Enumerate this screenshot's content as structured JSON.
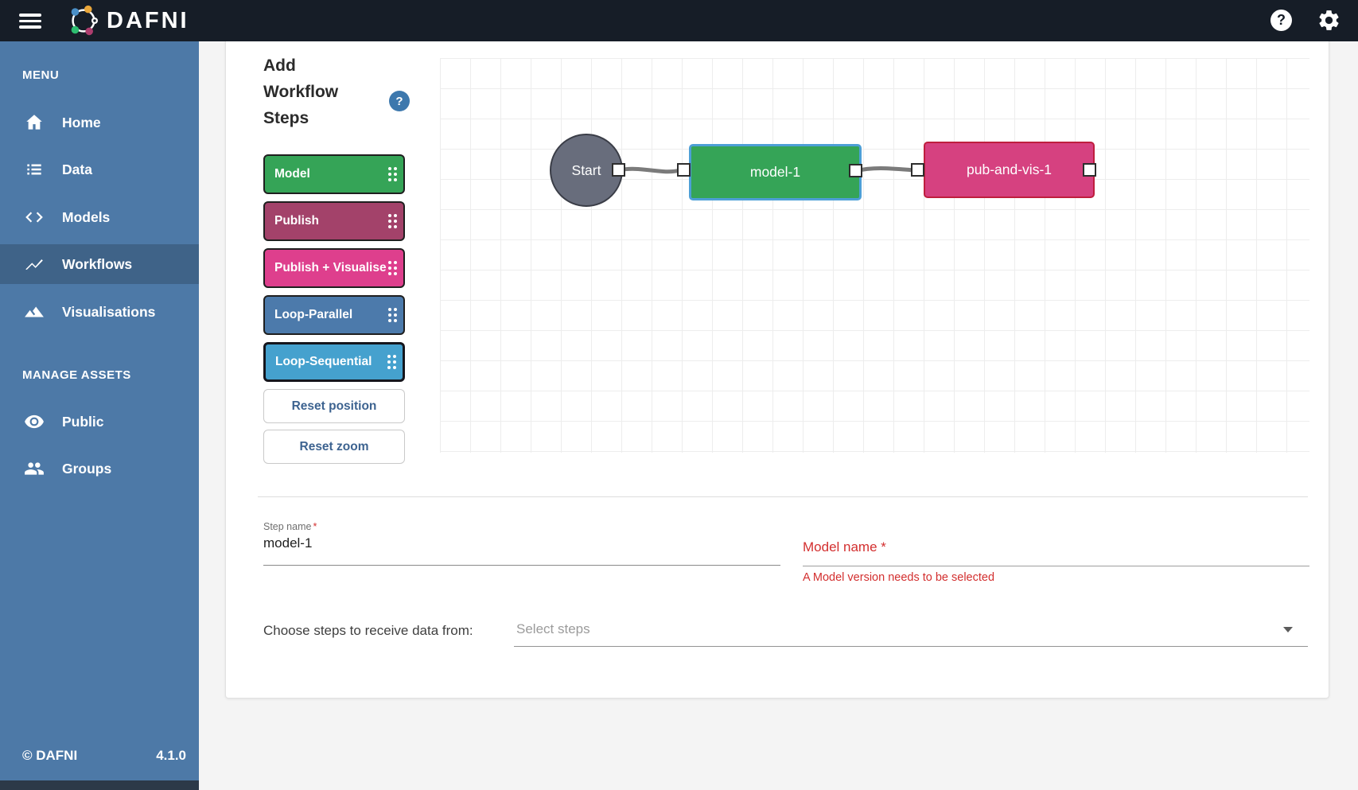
{
  "app_bar": {
    "brand": "DAFNI",
    "help_glyph": "?"
  },
  "sidebar": {
    "section_menu": "MENU",
    "items": [
      {
        "label": "Home",
        "icon": "home-icon",
        "active": false
      },
      {
        "label": "Data",
        "icon": "list-icon",
        "active": false
      },
      {
        "label": "Models",
        "icon": "code-icon",
        "active": false
      },
      {
        "label": "Workflows",
        "icon": "trend-line-icon",
        "active": true
      },
      {
        "label": "Visualisations",
        "icon": "mountain-icon",
        "active": false
      }
    ],
    "section_manage": "MANAGE ASSETS",
    "manage_items": [
      {
        "label": "Public",
        "icon": "eye-icon"
      },
      {
        "label": "Groups",
        "icon": "people-icon"
      }
    ],
    "footer": {
      "copyright": "© DAFNI",
      "version": "4.1.0"
    }
  },
  "workflow_panel": {
    "heading": "Add Workflow Steps",
    "help_glyph": "?",
    "step_buttons": [
      {
        "label": "Model",
        "color": "#35a457"
      },
      {
        "label": "Publish",
        "color": "#a3426a"
      },
      {
        "label": "Publish + Visualise",
        "color": "#de3f8d"
      },
      {
        "label": "Loop-Parallel",
        "color": "#4c7aab"
      },
      {
        "label": "Loop-Sequential",
        "color": "#45a1ce"
      }
    ],
    "reset_buttons": [
      {
        "label": "Reset position"
      },
      {
        "label": "Reset zoom"
      }
    ]
  },
  "canvas": {
    "nodes": [
      {
        "id": "start",
        "label": "Start",
        "type": "start",
        "fill": "#686d7c"
      },
      {
        "id": "model-1",
        "label": "model-1",
        "type": "model",
        "fill": "#35a457",
        "border": "#4d9fd6",
        "selected": true
      },
      {
        "id": "pub-and-vis-1",
        "label": "pub-and-vis-1",
        "type": "publish-visualise",
        "fill": "#d64180",
        "border": "#bf1e3e",
        "selected": false
      }
    ],
    "edges": [
      {
        "from": "start",
        "to": "model-1"
      },
      {
        "from": "model-1",
        "to": "pub-and-vis-1"
      }
    ]
  },
  "form": {
    "step_name": {
      "label": "Step name",
      "required": "*",
      "value": "model-1"
    },
    "model_name": {
      "label": "Model name *",
      "error": "A Model version needs to be selected"
    },
    "receive_from": {
      "label": "Choose steps to receive data from:",
      "placeholder": "Select steps"
    }
  },
  "colors": {
    "app_bar_bg": "#161d27",
    "sidebar_bg": "#4d79a7",
    "error_red": "#d32f2f",
    "reset_button_text": "#3d6390",
    "edge_gray": "#7b7b7b"
  }
}
